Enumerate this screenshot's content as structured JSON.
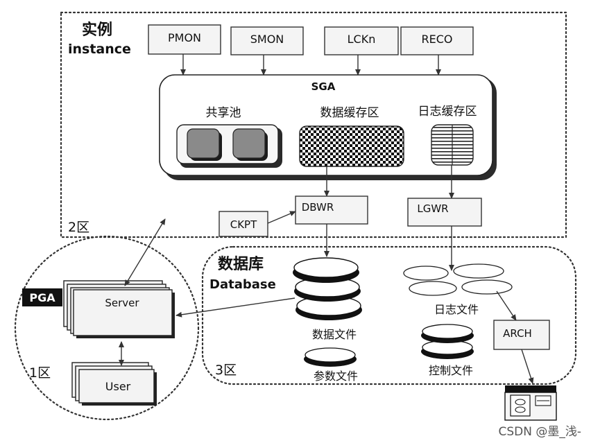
{
  "instance": {
    "title_cn": "实例",
    "title_en": "instance",
    "zone": "2区"
  },
  "processes": {
    "pmon": "PMON",
    "smon": "SMON",
    "lckn": "LCKn",
    "reco": "RECO"
  },
  "sga": {
    "title": "SGA",
    "shared_pool": "共享池",
    "db_buffer_cache": "数据缓存区",
    "redo_log_buffer": "日志缓存区"
  },
  "writers": {
    "dbwr": "DBWR",
    "lgwr": "LGWR",
    "ckpt": "CKPT",
    "arch": "ARCH"
  },
  "database": {
    "title_cn": "数据库",
    "title_en": "Database",
    "zone": "3区",
    "data_files": "数据文件",
    "param_files": "参数文件",
    "log_files": "日志文件",
    "control_files": "控制文件"
  },
  "client": {
    "pga": "PGA",
    "server": "Server",
    "user": "User",
    "zone": "1区"
  },
  "watermark": "CSDN @墨_浅-"
}
